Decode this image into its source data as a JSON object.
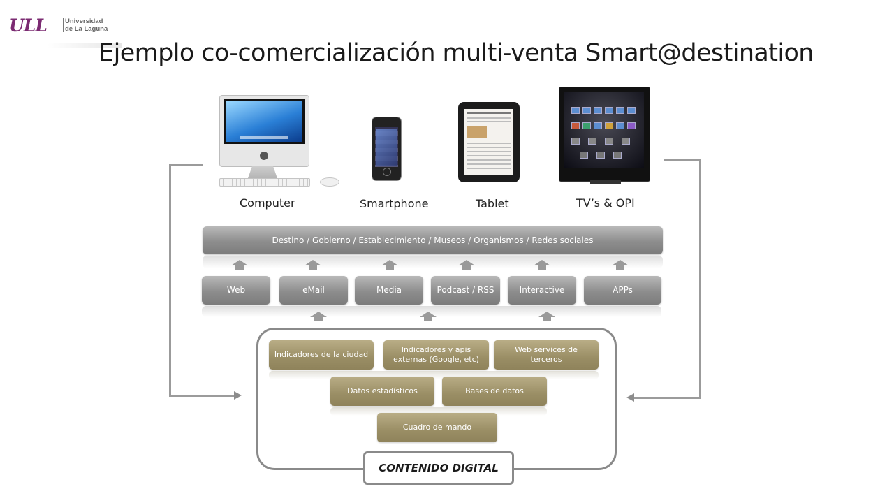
{
  "logo": {
    "mark": "ULL",
    "line1": "Universidad",
    "line2": "de La Laguna",
    "color": "#7b2b72"
  },
  "title": "Ejemplo co-comercialización multi-venta Smart@destination",
  "devices": [
    {
      "label": "Computer",
      "icon": "desktop-computer-icon"
    },
    {
      "label": "Smartphone",
      "icon": "smartphone-icon"
    },
    {
      "label": "Tablet",
      "icon": "tablet-icon"
    },
    {
      "label": "TV’s & OPI",
      "icon": "television-icon"
    }
  ],
  "top_bar": "Destino / Gobierno / Establecimiento / Museos / Organismos / Redes sociales",
  "channels": [
    "Web",
    "eMail",
    "Media",
    "Podcast / RSS",
    "Interactive",
    "APPs"
  ],
  "content_sources": [
    "Indicadores de la ciudad",
    "Indicadores y apis externas (Google, etc)",
    "Web services de terceros",
    "Datos estadísticos",
    "Bases de datos",
    "Cuadro de mando"
  ],
  "content_label": "CONTENIDO DIGITAL",
  "colors": {
    "gray_bar": "#8d8d8d",
    "olive_box": "#9a8e65",
    "arrow": "#9a9a9a"
  }
}
